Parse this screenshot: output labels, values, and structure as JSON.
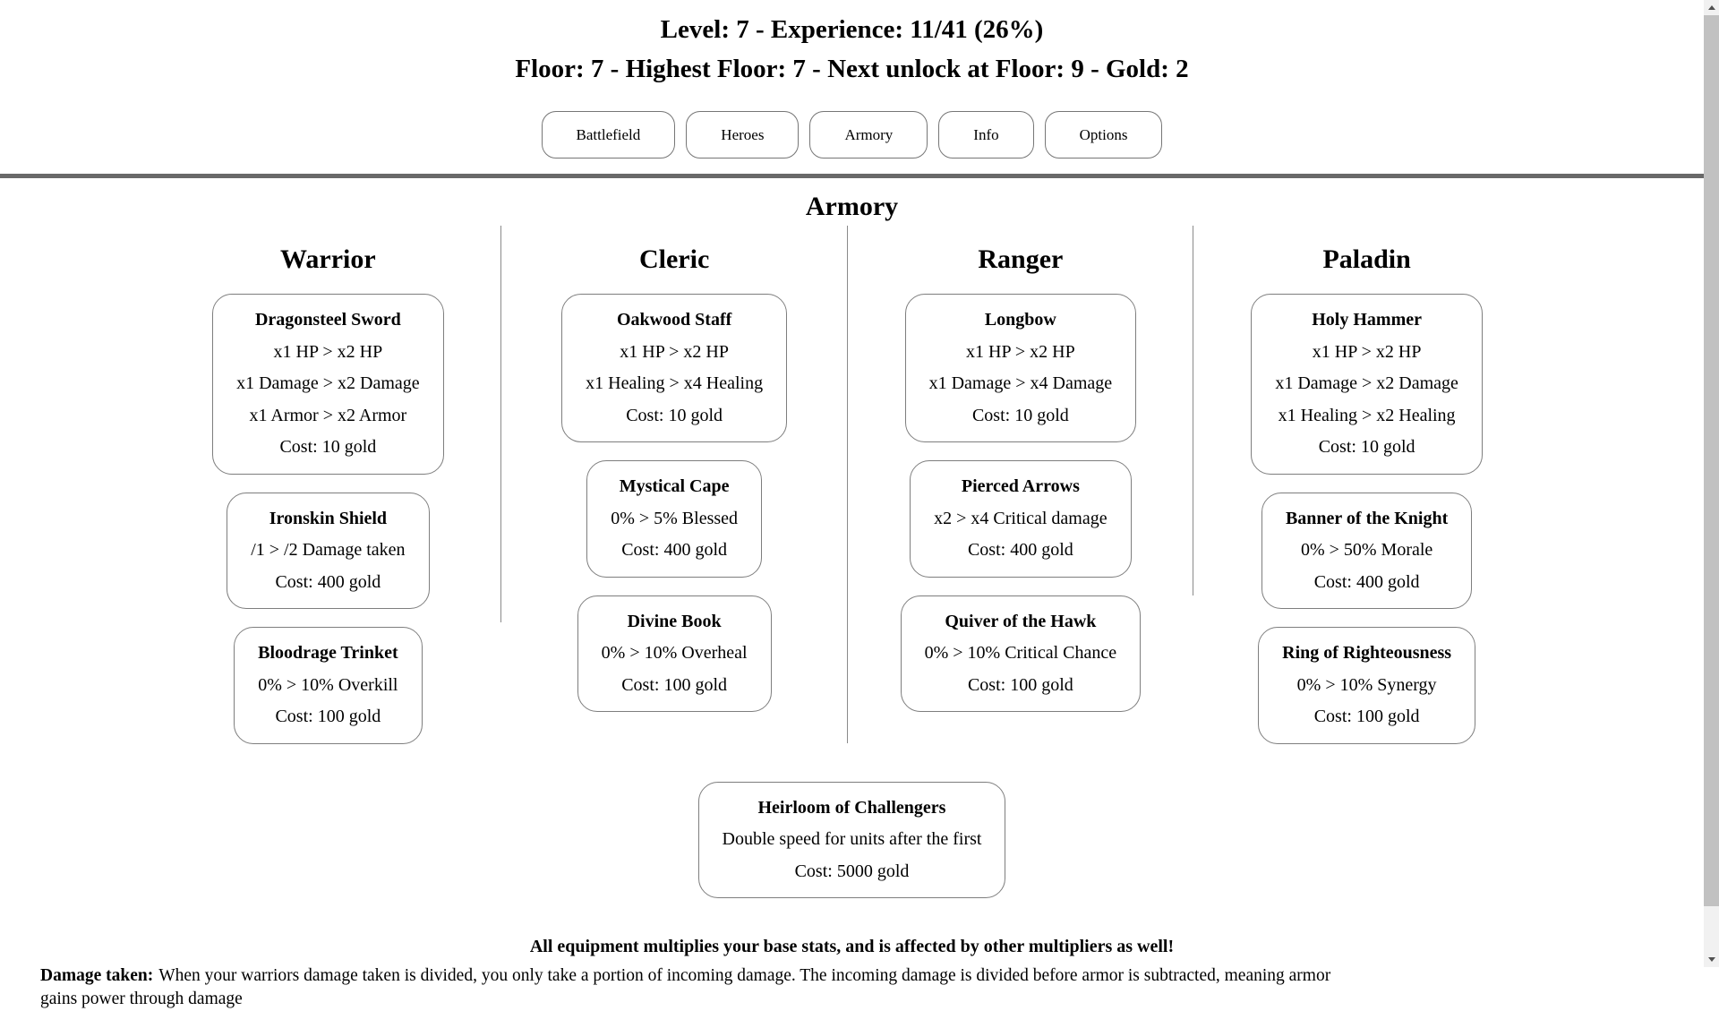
{
  "colors": {
    "divider": "#696969",
    "card_border": "#7e7e7e",
    "button_border": "#767676",
    "scroll_track": "#f1f1f1",
    "scroll_thumb": "#c1c1c1"
  },
  "header": {
    "level_line": "Level: 7 - Experience: 11/41 (26%)",
    "floor_line": "Floor: 7 - Highest Floor: 7 - Next unlock at Floor: 9 - Gold: 2"
  },
  "nav": {
    "buttons": [
      "Battlefield",
      "Heroes",
      "Armory",
      "Info",
      "Options"
    ]
  },
  "armory": {
    "title": "Armory",
    "columns": [
      {
        "name": "Warrior",
        "items": [
          {
            "name": "Dragonsteel Sword",
            "effects": [
              "x1 HP > x2 HP",
              "x1 Damage > x2 Damage",
              "x1 Armor > x2 Armor"
            ],
            "cost": "Cost: 10 gold"
          },
          {
            "name": "Ironskin Shield",
            "effects": [
              "/1 > /2 Damage taken"
            ],
            "cost": "Cost: 400 gold"
          },
          {
            "name": "Bloodrage Trinket",
            "effects": [
              "0% > 10% Overkill"
            ],
            "cost": "Cost: 100 gold"
          }
        ]
      },
      {
        "name": "Cleric",
        "items": [
          {
            "name": "Oakwood Staff",
            "effects": [
              "x1 HP > x2 HP",
              "x1 Healing > x4 Healing"
            ],
            "cost": "Cost: 10 gold"
          },
          {
            "name": "Mystical Cape",
            "effects": [
              "0% > 5% Blessed"
            ],
            "cost": "Cost: 400 gold"
          },
          {
            "name": "Divine Book",
            "effects": [
              "0% > 10% Overheal"
            ],
            "cost": "Cost: 100 gold"
          }
        ]
      },
      {
        "name": "Ranger",
        "items": [
          {
            "name": "Longbow",
            "effects": [
              "x1 HP > x2 HP",
              "x1 Damage > x4 Damage"
            ],
            "cost": "Cost: 10 gold"
          },
          {
            "name": "Pierced Arrows",
            "effects": [
              "x2 > x4 Critical damage"
            ],
            "cost": "Cost: 400 gold"
          },
          {
            "name": "Quiver of the Hawk",
            "effects": [
              "0% > 10% Critical Chance"
            ],
            "cost": "Cost: 100 gold"
          }
        ]
      },
      {
        "name": "Paladin",
        "items": [
          {
            "name": "Holy Hammer",
            "effects": [
              "x1 HP > x2 HP",
              "x1 Damage > x2 Damage",
              "x1 Healing > x2 Healing"
            ],
            "cost": "Cost: 10 gold"
          },
          {
            "name": "Banner of the Knight",
            "effects": [
              "0% > 50% Morale"
            ],
            "cost": "Cost: 400 gold"
          },
          {
            "name": "Ring of Righteousness",
            "effects": [
              "0% > 10% Synergy"
            ],
            "cost": "Cost: 100 gold"
          }
        ]
      }
    ],
    "special_item": {
      "name": "Heirloom of Challengers",
      "effects": [
        "Double speed for units after the first"
      ],
      "cost": "Cost: 5000 gold"
    }
  },
  "footer": {
    "equipment_note": "All equipment multiplies your base stats, and is affected by other multipliers as well!",
    "tip_term": "Damage taken:",
    "tip_text": "When your warriors damage taken is divided, you only take a portion of incoming damage. The incoming damage is divided before armor is subtracted, meaning armor gains power through damage"
  }
}
